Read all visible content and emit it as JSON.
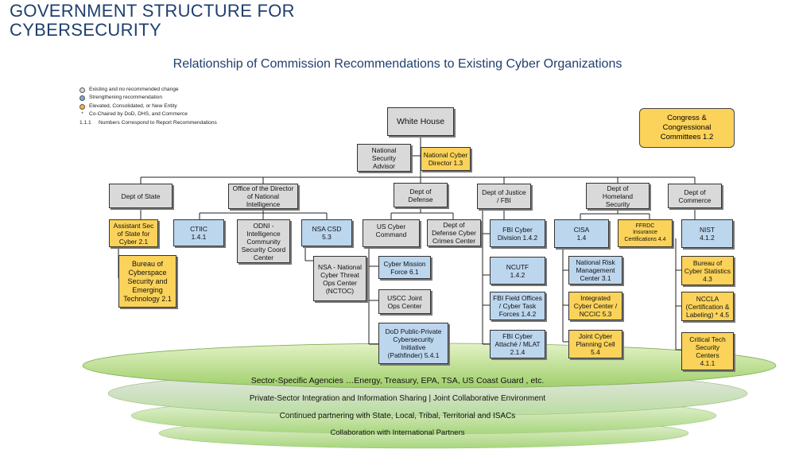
{
  "header": {
    "title_line1": "GOVERNMENT STRUCTURE FOR",
    "title_line2": "CYBERSECURITY",
    "subtitle": "Relationship of Commission Recommendations to Existing Cyber Organizations"
  },
  "legend": {
    "existing": "Existing and no recommended change",
    "strengthening": "Strengthening recommendation",
    "elevated": "Elevated, Consolidated, or New Entity",
    "star_symbol": "*",
    "cochaired": "Co-Chaired by DoD, DHS, and Commerce",
    "num_symbol": "1.1.1",
    "numbers": "Numbers Correspond to Report Recommendations",
    "colors": {
      "existing": "#d9d9d9",
      "strengthening": "#bcd6ee",
      "elevated": "#fbd35a"
    }
  },
  "nodes": {
    "white_house": "White House",
    "congress": [
      "Congress &",
      "Congressional",
      "Committees 1.2"
    ],
    "nsa_advisor": [
      "National",
      "Security",
      "Advisor"
    ],
    "ncd": [
      "National Cyber",
      "Director 1.3"
    ],
    "state": "Dept of State",
    "odni": [
      "Office of the Director",
      "of National",
      "Intelligence"
    ],
    "dod": [
      "Dept of",
      "Defense"
    ],
    "doj": [
      "Dept of Justice",
      "/ FBI"
    ],
    "dhs": [
      "Dept of",
      "Homeland",
      "Security"
    ],
    "commerce": [
      "Dept of",
      "Commerce"
    ],
    "asst_sec": [
      "Assistant Sec",
      "of State for",
      "Cyber 2.1"
    ],
    "bureau_cyberspace": [
      "Bureau of",
      "Cyberspace",
      "Security and",
      "Emerging",
      "Technology 2.1"
    ],
    "ctiic": [
      "CTIIC",
      "1.4.1"
    ],
    "odni_ic": [
      "ODNI -",
      "Intelligence",
      "Community",
      "Security Coord",
      "Center"
    ],
    "nsa_csd": [
      "NSA CSD",
      "5.3"
    ],
    "nctoc": [
      "NSA -  National",
      "Cyber Threat",
      "Ops Center",
      "(NCTOC)"
    ],
    "uscybercom": [
      "US Cyber",
      "Command"
    ],
    "dc3": [
      "Dept of",
      "Defense Cyber",
      "Crimes Center"
    ],
    "cmf": [
      "Cyber Mission",
      "Force 6.1"
    ],
    "uscc": [
      "USCC Joint",
      "Ops Center"
    ],
    "pathfinder": [
      "DoD Public-Private",
      "Cybersecurity",
      "Initiative",
      "(Pathfinder) 5.4.1"
    ],
    "fbi_cyber": [
      "FBI Cyber",
      "Division 1.4.2"
    ],
    "ncutf": [
      "NCUTF",
      "1.4.2"
    ],
    "fbi_field": [
      "FBI Field Offices",
      "/ Cyber Task",
      "Forces 1.4.2"
    ],
    "fbi_attache": [
      "FBI Cyber",
      "Attaché / MLAT",
      "2.1.4"
    ],
    "cisa": [
      "CISA",
      "1.4"
    ],
    "ffrdc": [
      "FFRDC",
      "Insurance",
      "Certifications 4.4"
    ],
    "nrmc": [
      "National Risk",
      "Management",
      "Center 3.1"
    ],
    "icc": [
      "Integrated",
      "Cyber Center /",
      "NCCIC 5.3"
    ],
    "jcpc": [
      "Joint Cyber",
      "Planning Cell",
      "5.4"
    ],
    "nist": [
      "NIST",
      "4.1.2"
    ],
    "bcs": [
      "Bureau of",
      "Cyber Statistics",
      "4.3"
    ],
    "nccla": [
      "NCCLA",
      "(Certification &",
      "Labeling) * 4.5"
    ],
    "ctsc": [
      "Critical Tech",
      "Security",
      "Centers",
      "4.1.1"
    ]
  },
  "bands": {
    "sector": "Sector-Specific Agencies …Energy, Treasury, EPA, TSA, US Coast Guard , etc.",
    "private": "Private-Sector Integration and Information Sharing  |  Joint Collaborative Environment",
    "partnering": "Continued partnering with State, Local, Tribal, Territorial and ISACs",
    "international": "Collaboration with International Partners"
  }
}
